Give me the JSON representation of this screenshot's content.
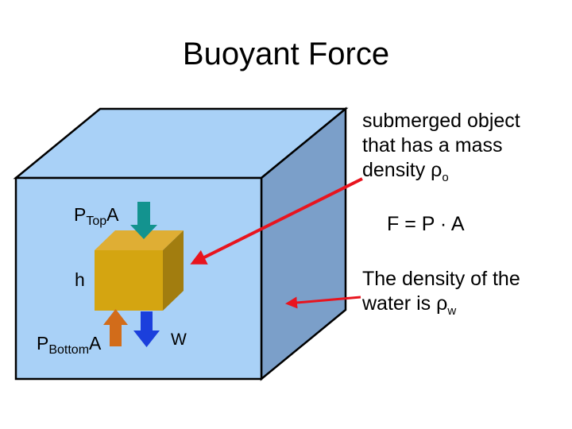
{
  "title": "Buoyant Force",
  "annotations": {
    "object_desc_line1": "submerged object",
    "object_desc_line2": "that has a mass",
    "object_desc_line3": "density ρ",
    "object_desc_sub": "o",
    "formula": "F = P · A",
    "water_desc_line1": "The density of the",
    "water_desc_line2": "water is ρ",
    "water_desc_sub": "w"
  },
  "labels": {
    "p_top_main": "P",
    "p_top_sub": "Top",
    "p_top_suffix": "A",
    "h": "h",
    "p_bottom_main": "P",
    "p_bottom_sub": "Bottom",
    "p_bottom_suffix": "A",
    "w": "W"
  },
  "colors": {
    "water_front": "#a9d1f7",
    "water_top": "#a9d1f7",
    "water_side": "#7b9fc9",
    "object_front": "#d4a511",
    "object_top": "#dfae34",
    "object_side": "#a27d0f",
    "arrow_top": "#13938f",
    "arrow_bottom_up": "#d26c1a",
    "arrow_bottom_down": "#1b3fdc",
    "pointer_arrow": "#e8141e"
  }
}
